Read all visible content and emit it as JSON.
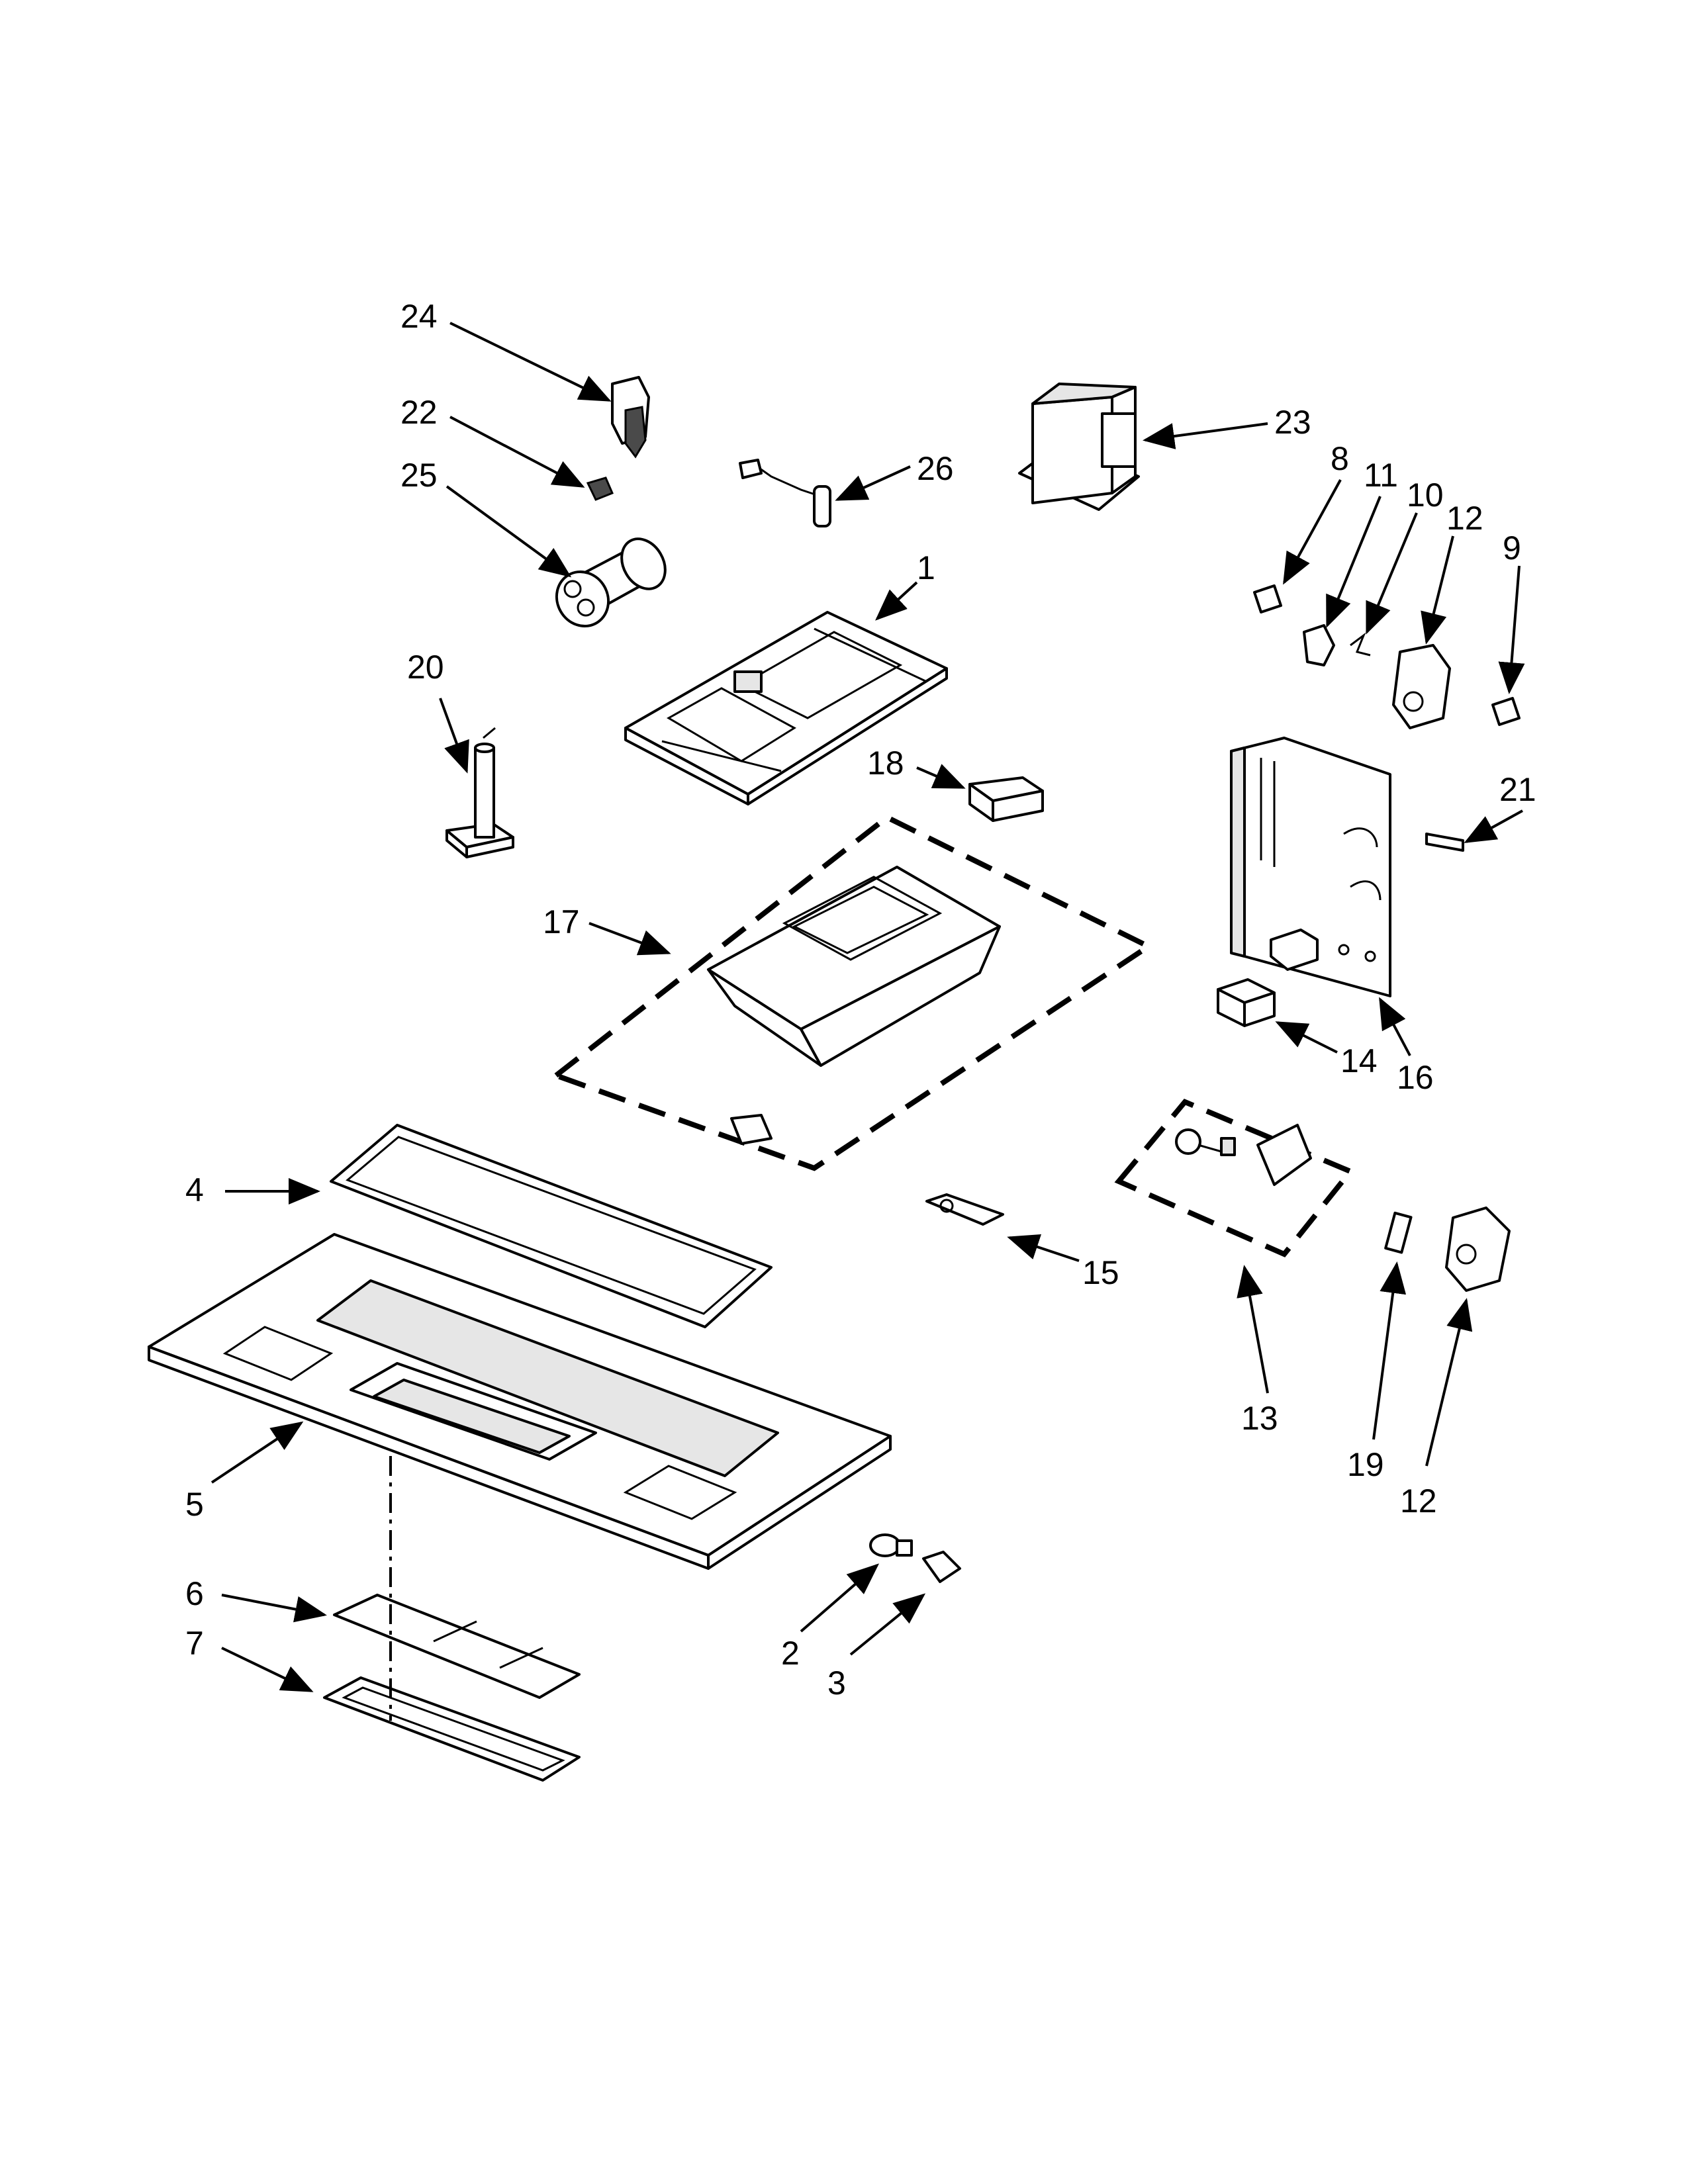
{
  "callouts": {
    "c1": "1",
    "c2": "2",
    "c3": "3",
    "c4": "4",
    "c5": "5",
    "c6": "6",
    "c7": "7",
    "c8": "8",
    "c9": "9",
    "c10": "10",
    "c11": "11",
    "c12a": "12",
    "c12b": "12",
    "c13": "13",
    "c14": "14",
    "c15": "15",
    "c16": "16",
    "c17": "17",
    "c18": "18",
    "c19": "19",
    "c20": "20",
    "c21": "21",
    "c22": "22",
    "c23": "23",
    "c24": "24",
    "c25": "25",
    "c26": "26"
  },
  "colors": {
    "line": "#000000",
    "background": "#ffffff",
    "fill_light": "#e6e6e6"
  }
}
